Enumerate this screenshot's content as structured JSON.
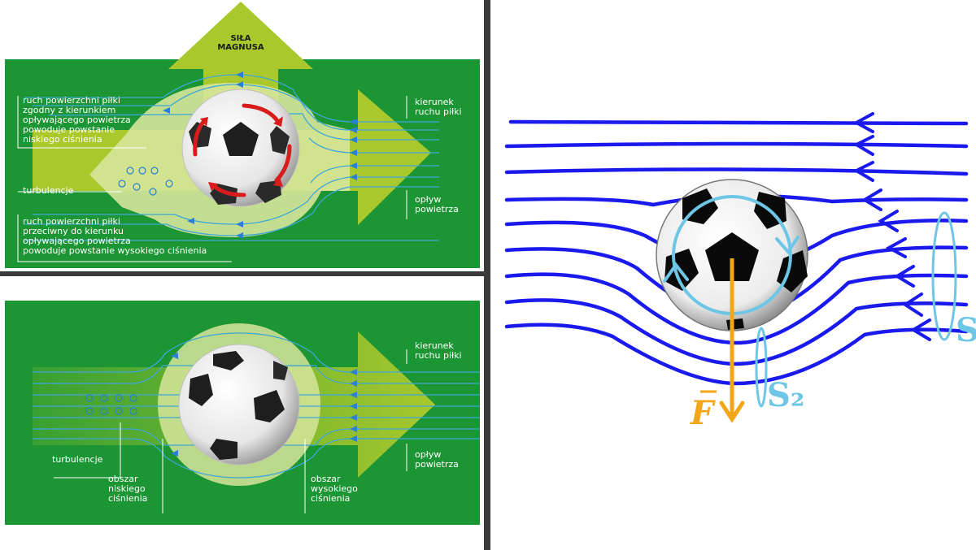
{
  "top_diagram": {
    "title_force": "SIŁA\nMAGNUSA",
    "label_low_pressure": "ruch powierzchni piłki\nzgodny z kierunkiem\nopływającego powietrza\npowoduje powstanie\nniskiego ciśnienia",
    "label_turbulence": "turbulencje",
    "label_high_pressure": "ruch powierzchni piłki\nprzeciwny do kierunku\nopływającego powietrza\npowoduje powstanie wysokiego ciśnienia",
    "label_ball_direction": "kierunek\nruchu piłki",
    "label_airflow": "opływ\npowietrza"
  },
  "bottom_diagram": {
    "label_ball_direction": "kierunek\nruchu piłki",
    "label_airflow": "opływ\npowietrza",
    "label_turbulence": "turbulencje",
    "label_low_area": "obszar\nniskiego\nciśnienia",
    "label_high_area": "obszar\nwysokiego\nciśnienia"
  },
  "right_diagram": {
    "force_label": "F",
    "s1_label": "S",
    "s2_label": "S₂"
  },
  "colors": {
    "green_bg": "#1c9634",
    "lime_arrow": "#a8c82c",
    "pale_halo": "#d6e59a",
    "flow_blue": "#1a1aee",
    "circulation_cyan": "#6ec6e6",
    "force_orange": "#f2a618",
    "rotation_red": "#d81c1c"
  }
}
